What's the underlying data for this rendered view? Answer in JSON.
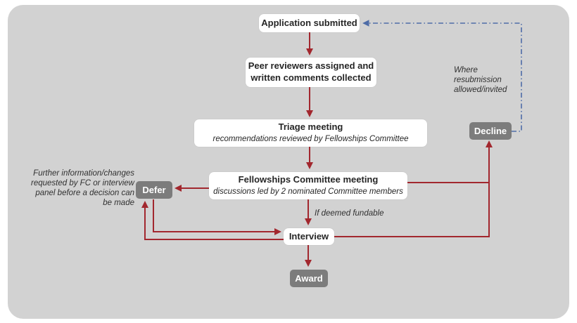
{
  "diagram": {
    "description": "Fellowship application process flowchart",
    "nodes": {
      "application": {
        "label": "Application submitted",
        "type": "white"
      },
      "peer_review": {
        "label": "Peer reviewers assigned and written comments collected",
        "type": "white"
      },
      "triage": {
        "label": "Triage meeting",
        "sublabel": "recommendations reviewed by Fellowships Committee",
        "type": "white"
      },
      "fc_meeting": {
        "label": "Fellowships Committee meeting",
        "sublabel": "discussions led by 2 nominated Committee members",
        "type": "white"
      },
      "interview": {
        "label": "Interview",
        "type": "white"
      },
      "award": {
        "label": "Award",
        "type": "gray"
      },
      "defer": {
        "label": "Defer",
        "type": "gray"
      },
      "decline": {
        "label": "Decline",
        "type": "gray"
      }
    },
    "annotations": {
      "if_deemed_fundable": "If deemed fundable",
      "defer_note": "Further information/changes requested by FC or interview panel before a decision can be made",
      "resubmission_note": "Where resubmission allowed/invited"
    },
    "edges": [
      {
        "from": "application",
        "to": "peer_review",
        "style": "solid-red"
      },
      {
        "from": "peer_review",
        "to": "triage",
        "style": "solid-red"
      },
      {
        "from": "triage",
        "to": "fc_meeting",
        "style": "solid-red"
      },
      {
        "from": "fc_meeting",
        "to": "interview",
        "style": "solid-red",
        "label": "If deemed fundable"
      },
      {
        "from": "fc_meeting",
        "to": "defer",
        "style": "solid-red"
      },
      {
        "from": "fc_meeting",
        "to": "decline",
        "style": "solid-red"
      },
      {
        "from": "defer",
        "to": "interview",
        "style": "solid-red"
      },
      {
        "from": "interview",
        "to": "defer",
        "style": "solid-red"
      },
      {
        "from": "interview",
        "to": "decline",
        "style": "solid-red"
      },
      {
        "from": "interview",
        "to": "award",
        "style": "solid-red"
      },
      {
        "from": "decline",
        "to": "application",
        "style": "dash-dot-blue",
        "label": "Where resubmission allowed/invited"
      }
    ],
    "colors": {
      "background": "#d2d2d2",
      "node_white": "#ffffff",
      "node_gray": "#7c7c7c",
      "arrow_red": "#a2272e",
      "dash_blue": "#4e6ca7"
    }
  }
}
